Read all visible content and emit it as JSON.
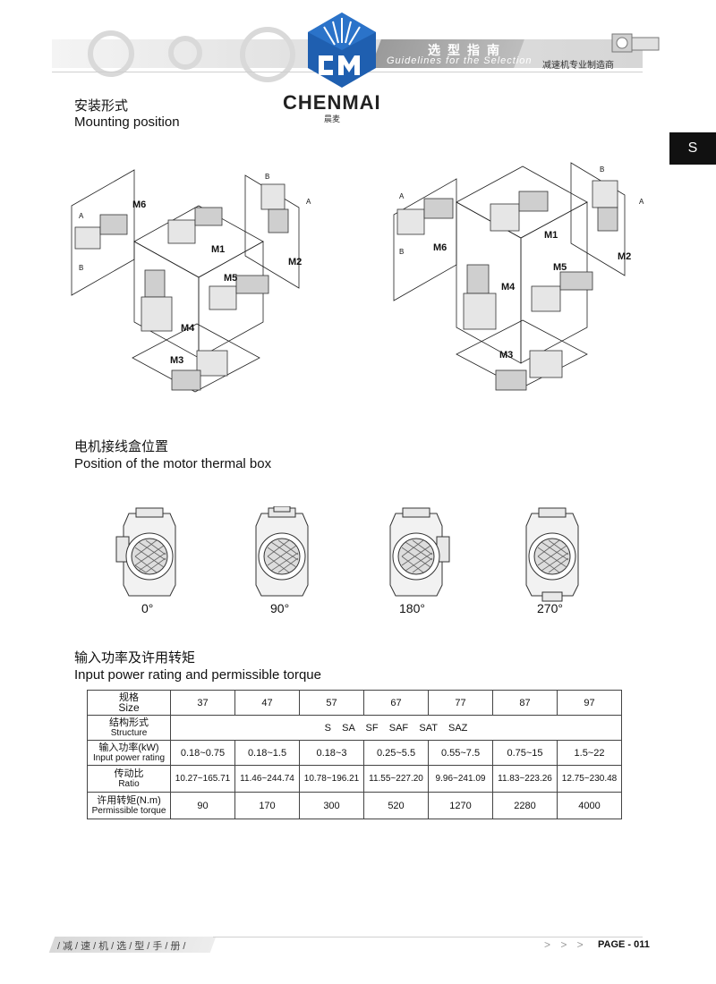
{
  "header": {
    "title_cn": "选型指南",
    "title_en": "Guidelines for the Selection",
    "tagline": "减速机专业制造商",
    "brand": "CHENMAI",
    "brand_cn": "晨麦",
    "side_tab": "S"
  },
  "mounting": {
    "title_cn": "安装形式",
    "title_en": "Mounting position",
    "labels": {
      "m1": "M1",
      "m2": "M2",
      "m3": "M3",
      "m4": "M4",
      "m5": "M5",
      "m6": "M6",
      "a": "A",
      "b": "B"
    }
  },
  "thermal": {
    "title_cn": "电机接线盒位置",
    "title_en": "Position of the motor thermal box",
    "positions": [
      "0°",
      "90°",
      "180°",
      "270°"
    ]
  },
  "power": {
    "title_cn": "输入功率及许用转矩",
    "title_en": "Input power rating and permissible torque"
  },
  "table": {
    "size_cn": "规格",
    "size_en": "Size",
    "sizes": [
      "37",
      "47",
      "57",
      "67",
      "77",
      "87",
      "97"
    ],
    "structure_cn": "结构形式",
    "structure_en": "Structure",
    "structure_value": "S    SA    SF    SAF    SAT    SAZ",
    "power_cn": "输入功率(kW)",
    "power_en": "Input power rating",
    "power": [
      "0.18~0.75",
      "0.18~1.5",
      "0.18~3",
      "0.25~5.5",
      "0.55~7.5",
      "0.75~15",
      "1.5~22"
    ],
    "ratio_cn": "传动比",
    "ratio_en": "Ratio",
    "ratio": [
      "10.27~165.71",
      "11.46~244.74",
      "10.78~196.21",
      "11.55~227.20",
      "9.96~241.09",
      "11.83~223.26",
      "12.75~230.48"
    ],
    "torque_cn": "许用转矩(N.m)",
    "torque_en": "Permissible torque",
    "torque": [
      "90",
      "170",
      "300",
      "520",
      "1270",
      "2280",
      "4000"
    ]
  },
  "footer": {
    "handbook": "/减/速/机/选/型/手/册/",
    "arrows": "> > >",
    "page": "PAGE - 011"
  },
  "colors": {
    "logo_blue": "#1f5fb0",
    "ink": "#111111",
    "band": "#d6d6d6"
  }
}
